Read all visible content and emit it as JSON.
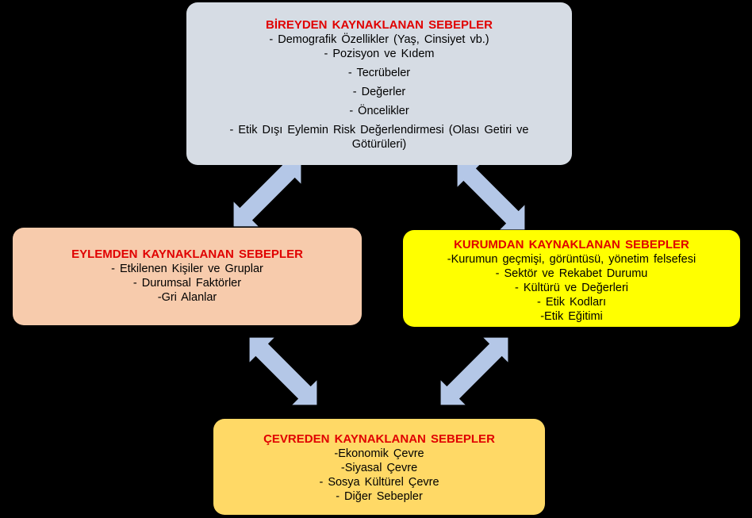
{
  "boxes": {
    "bireyden": {
      "title": "BİREYDEN KAYNAKLANAN SEBEPLER",
      "items": [
        "- Demografik Özellikler (Yaş, Cinsiyet vb.)",
        "- Pozisyon ve Kıdem",
        "- Tecrübeler",
        "- Değerler",
        "- Öncelikler",
        "- Etik Dışı Eylemin Risk Değerlendirmesi (Olası Getiri ve Götürüleri)"
      ],
      "color": "#d6dce4"
    },
    "eylemden": {
      "title": "EYLEMDEN KAYNAKLANAN SEBEPLER",
      "items": [
        "- Etkilenen Kişiler ve Gruplar",
        "- Durumsal Faktörler",
        "-Gri Alanlar"
      ],
      "color": "#f7cbac"
    },
    "kurumdan": {
      "title": "KURUMDAN KAYNAKLANAN SEBEPLER",
      "items": [
        "-Kurumun geçmişi, görüntüsü, yönetim felsefesi",
        "- Sektör ve Rekabet Durumu",
        "- Kültürü ve Değerleri",
        "- Etik Kodları",
        "-Etik Eğitimi"
      ],
      "color": "#ffff00"
    },
    "cevreden": {
      "title": "ÇEVREDEN KAYNAKLANAN SEBEPLER",
      "items": [
        "-Ekonomik Çevre",
        "-Siyasal Çevre",
        "- Sosya Kültürel Çevre",
        "- Diğer Sebepler"
      ],
      "color": "#ffd966"
    }
  },
  "colors": {
    "background": "#000000",
    "title_text": "#e00000",
    "arrow_fill": "#b4c7e7"
  }
}
